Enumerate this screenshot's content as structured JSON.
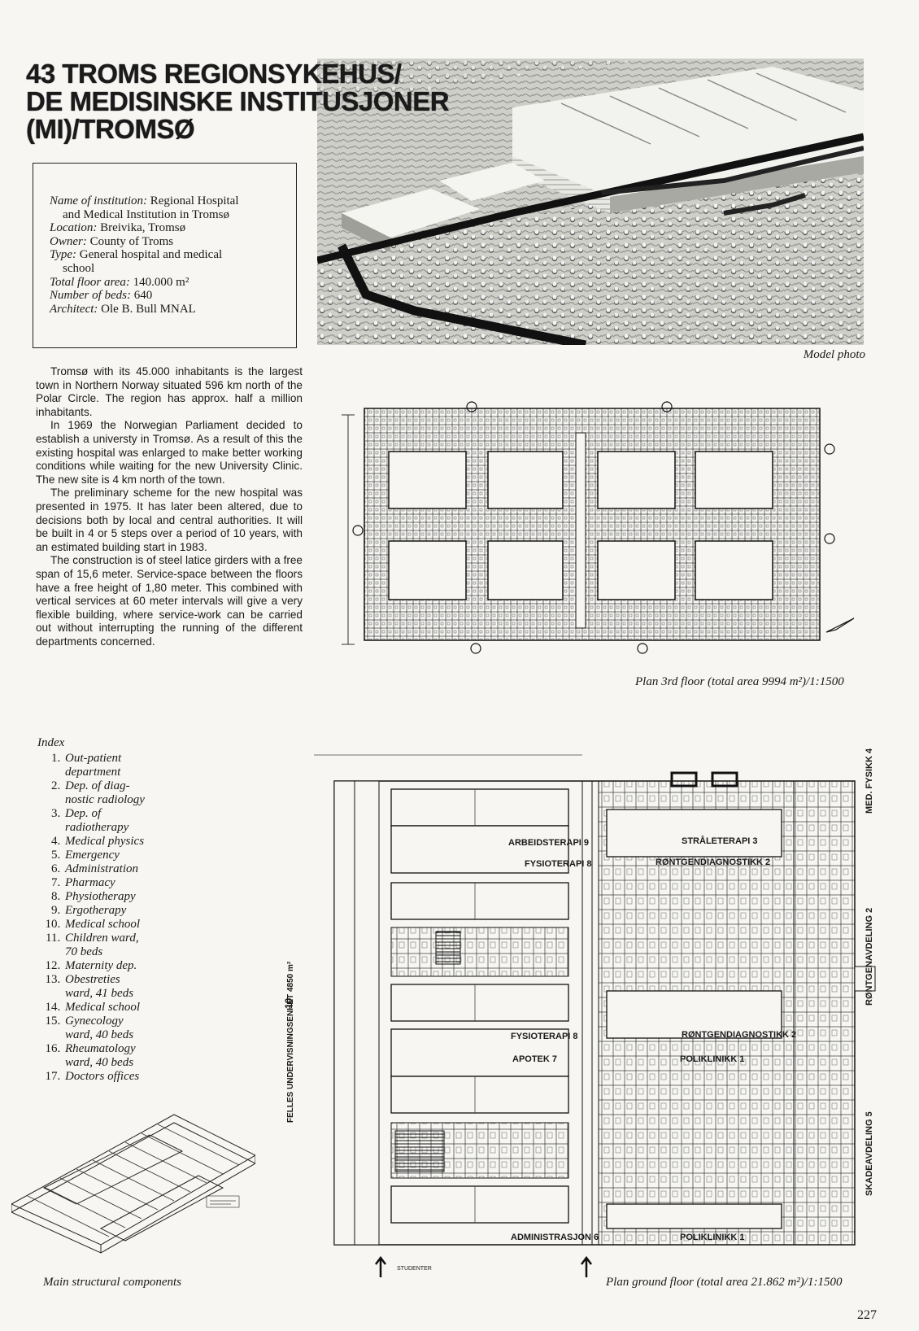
{
  "title": {
    "line1": "43 TROMS REGIONSYKEHUS/",
    "line2": "DE MEDISINSKE INSTITUSJONER",
    "line3": "(MI)/TROMSØ"
  },
  "info": [
    {
      "label": "Name of institution:",
      "value": "Regional Hospital",
      "cont": "and Medical Institution in Tromsø"
    },
    {
      "label": "Location:",
      "value": "Breivika, Tromsø"
    },
    {
      "label": "Owner:",
      "value": "County of Troms"
    },
    {
      "label": "Type:",
      "value": "General hospital and medical",
      "cont": "school"
    },
    {
      "label": "Total floor area:",
      "value": "140.000 m²"
    },
    {
      "label": "Number of beds:",
      "value": "640"
    },
    {
      "label": "Architect:",
      "value": "Ole B. Bull MNAL"
    }
  ],
  "model_caption": "Model photo",
  "body": [
    "Tromsø with its 45.000 inhabitants is the largest town in Northern Norway situated 596 km north of the Polar Circle. The region has approx. half a million inhabitants.",
    "In 1969 the Norwegian Parliament decided to establish a universty in Tromsø. As a result of this the existing hospital was enlarged to make better working conditions while waiting for the new University Clinic. The new site is 4 km north of the town.",
    "The preliminary scheme for the new hospital was presented in 1975. It has later been altered, due to decisions both by local and central authorities. It will be built in 4 or 5 steps over a period of 10 years, with an estimated building start in 1983.",
    "The construction is of steel latice girders with a free span of 15,6 meter. Service-space between the floors have a free height of 1,80 meter. This combined with vertical services at 60 meter intervals will give a very flexible building, where service-work can be carried out without interrupting the running of the different departments concerned."
  ],
  "plan3_caption": "Plan 3rd floor (total area 9994 m²)/1:1500",
  "index": {
    "heading": "Index",
    "items": [
      {
        "text": "Out-patient",
        "cont": "department"
      },
      {
        "text": "Dep. of diag-",
        "cont": "nostic radiology"
      },
      {
        "text": "Dep. of",
        "cont": "radiotherapy"
      },
      {
        "text": "Medical physics"
      },
      {
        "text": "Emergency"
      },
      {
        "text": "Administration"
      },
      {
        "text": "Pharmacy"
      },
      {
        "text": "Physiotherapy"
      },
      {
        "text": "Ergotherapy"
      },
      {
        "text": "Medical school"
      },
      {
        "text": "Children ward,",
        "cont": "70 beds"
      },
      {
        "text": "Maternity dep."
      },
      {
        "text": "Obestreties",
        "cont": "ward, 41 beds"
      },
      {
        "text": "Medical school"
      },
      {
        "text": "Gynecology",
        "cont": "ward, 40 beds"
      },
      {
        "text": "Rheumatology",
        "cont": "ward, 40 beds"
      },
      {
        "text": "Doctors offices"
      }
    ]
  },
  "structural_caption": "Main structural components",
  "ground_caption": "Plan ground floor (total area 21.862 m²)/1:1500",
  "plan_labels": {
    "arbeidsterapi": "ARBEIDSTERAPI 9",
    "fysioterapi_top": "FYSIOTERAPI 8",
    "straleterapi": "STRÅLETERAPI 3",
    "rontgen_top": "RØNTGENDIAGNOSTIKK 2",
    "fysioterapi_mid": "FYSIOTERAPI 8",
    "apotek": "APOTEK 7",
    "rontgen_mid": "RØNTGENDIAGNOSTIKK 2",
    "poliklinikk_mid": "POLIKLINIKK 1",
    "administrasjon": "ADMINISTRASJON 6",
    "poliklinikk_bottom": "POLIKLINIKK 1",
    "med_fysikk": "MED. FYSIKK 4",
    "rontgenavdeling": "RØNTGENAVDELING 2",
    "skadeavdeling": "SKADEAVDELING 5",
    "felles": "FELLES UNDERVISNINGSENHET 4850 m²",
    "ten": "10",
    "studenter": "STUDENTER"
  },
  "page_number": "227"
}
